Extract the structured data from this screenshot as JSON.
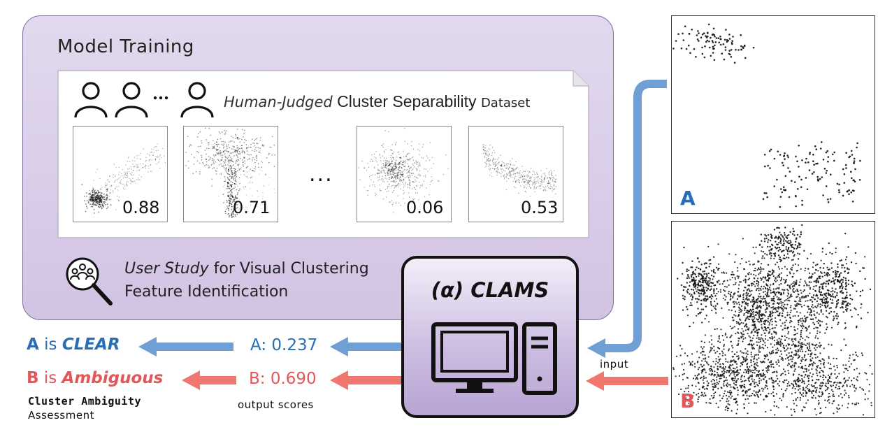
{
  "training": {
    "title": "Model Training",
    "dataset": {
      "italic_part": "Human-Judged",
      "main_part": " Cluster Separability ",
      "tail_part": "Dataset"
    },
    "thumbnails": [
      {
        "score": "0.88"
      },
      {
        "score": "0.71"
      },
      {
        "score": "0.06"
      },
      {
        "score": "0.53"
      }
    ],
    "ellipsis": "...",
    "user_study": {
      "italic_part": "User Study",
      "line1_rest": " for Visual Clustering",
      "line2": "Feature Identification"
    }
  },
  "clams": {
    "title": "(α) CLAMS"
  },
  "outputs": {
    "a_score": "A: 0.237",
    "b_score": "B: 0.690",
    "output_scores_label": "output scores",
    "a_result": {
      "letter": "A",
      "is": " is ",
      "verdict": "CLEAR"
    },
    "b_result": {
      "letter": "B",
      "is": " is ",
      "verdict": "Ambiguous"
    },
    "assessment_line1": "Cluster Ambiguity",
    "assessment_line2": "Assessment"
  },
  "inputs": {
    "input_label": "input",
    "panel_a_letter": "A",
    "panel_b_letter": "B"
  },
  "colors": {
    "blue": "#2a6db5",
    "arrow_blue": "#6f9fd4",
    "red": "#e3575a",
    "arrow_red": "#f0776f",
    "panel_purple": "#d9cde8"
  }
}
